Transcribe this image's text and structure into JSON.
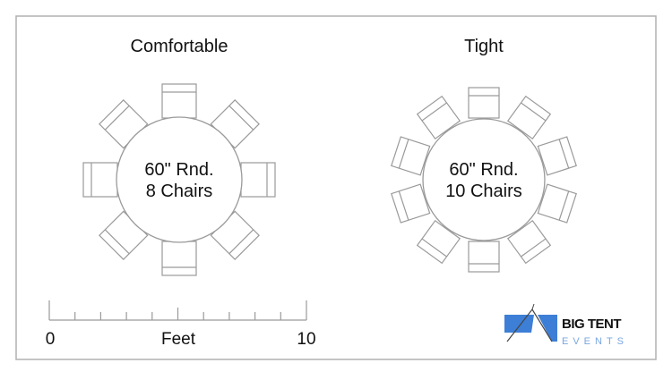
{
  "layouts": [
    {
      "title": "Comfortable",
      "line1": "60\" Rnd.",
      "line2": "8 Chairs",
      "chairs": 8
    },
    {
      "title": "Tight",
      "line1": "60\" Rnd.",
      "line2": "10 Chairs",
      "chairs": 10
    }
  ],
  "scale": {
    "start": "0",
    "unit": "Feet",
    "end": "10",
    "divisions": 10
  },
  "logo": {
    "line1": "BIG TENT",
    "line2": "EVENTS"
  },
  "colors": {
    "line": "#9a9a9a",
    "frame": "#b0b0b0",
    "logo_blue": "#3d7fd6",
    "logo_text": "#111111"
  }
}
